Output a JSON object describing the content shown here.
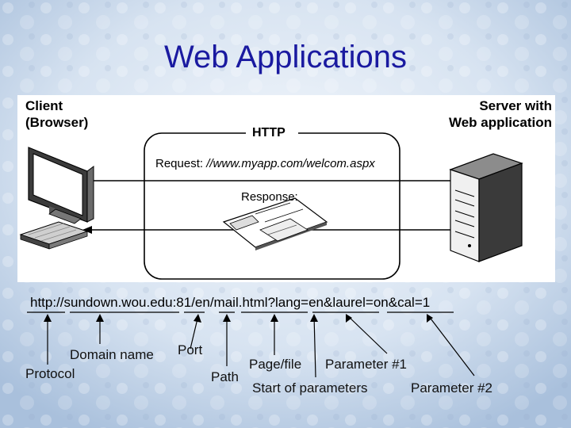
{
  "slide": {
    "title": "Web Applications",
    "title_color": "#1a1aa0",
    "background_color": "#c9d9ec"
  },
  "diagram": {
    "client_label_line1": "Client",
    "client_label_line2": "(Browser)",
    "server_label_line1": "Server with",
    "server_label_line2": "Web application",
    "protocol_label": "HTTP",
    "request_label": "Request:",
    "request_url": "//www.myapp.com/welcom.aspx",
    "response_label": "Response:"
  },
  "url": {
    "text": "http://sundown.wou.edu:81/en/mail.html?lang=en&laurel=on&cal=1"
  },
  "annotations": {
    "protocol": "Protocol",
    "domain_name": "Domain name",
    "port": "Port",
    "path": "Path",
    "page_file": "Page/file",
    "start_of_parameters": "Start of parameters",
    "parameter_1": "Parameter #1",
    "parameter_2": "Parameter #2"
  }
}
